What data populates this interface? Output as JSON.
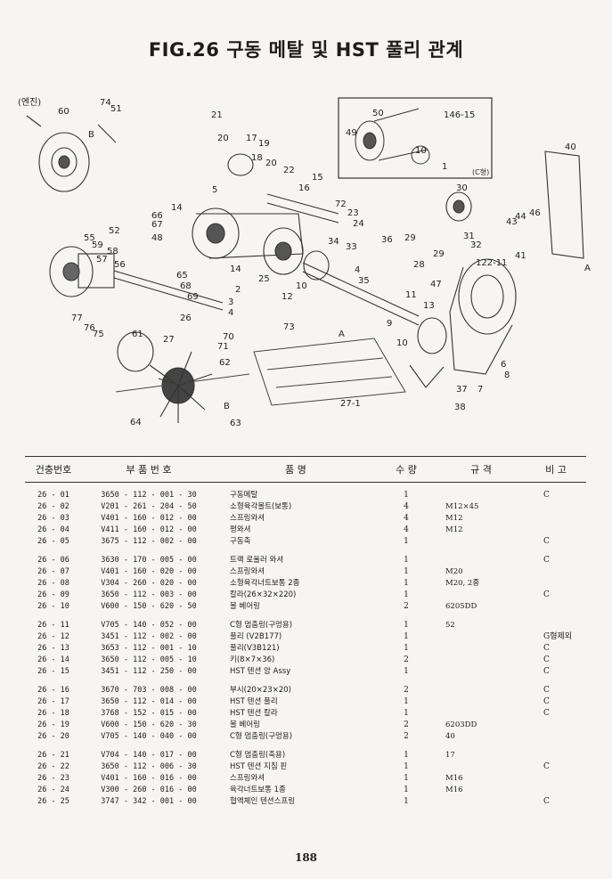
{
  "title": "FIG.26 구동 메탈 및 HST 풀리 관계",
  "diagram": {
    "labels": [
      "(엔진)",
      "60",
      "74",
      "51",
      "B",
      "21",
      "20",
      "17",
      "19",
      "18",
      "20",
      "22",
      "15",
      "16",
      "5",
      "14",
      "72",
      "23",
      "24",
      "66",
      "67",
      "48",
      "52",
      "55",
      "59",
      "58",
      "57",
      "56",
      "65",
      "68",
      "69",
      "14",
      "25",
      "2",
      "3",
      "4",
      "26",
      "77",
      "76",
      "75",
      "61",
      "27",
      "70",
      "71",
      "62",
      "64",
      "B",
      "63",
      "12",
      "10",
      "9",
      "36",
      "33",
      "34",
      "4",
      "35",
      "11",
      "13",
      "73",
      "A",
      "10",
      "27-1",
      "50",
      "146-15",
      "49",
      "10",
      "1",
      "(C형)",
      "30",
      "29",
      "29",
      "28",
      "31",
      "32",
      "43",
      "44",
      "46",
      "40",
      "41",
      "A",
      "122-11",
      "47",
      "37",
      "38",
      "6",
      "8",
      "7"
    ]
  },
  "table": {
    "headers": [
      "건충번호",
      "부 품 번 호",
      "품 명",
      "수 량",
      "규 격",
      "비 고"
    ],
    "groups": [
      [
        [
          "26 - 01",
          "3650 - 112 - 001 - 30",
          "구동메탈",
          "1",
          "",
          "C"
        ],
        [
          "26 - 02",
          "V201 - 261 - 204 - 50",
          "소형육각볼트(보통)",
          "4",
          "M12×45",
          ""
        ],
        [
          "26 - 03",
          "V401 - 160 - 012 - 00",
          "스프링와셔",
          "4",
          "M12",
          ""
        ],
        [
          "26 - 04",
          "V411 - 160 - 012 - 00",
          "평와셔",
          "4",
          "M12",
          ""
        ],
        [
          "26 - 05",
          "3675 - 112 - 002 - 00",
          "구동축",
          "1",
          "",
          "C"
        ]
      ],
      [
        [
          "26 - 06",
          "3630 - 170 - 005 - 00",
          "트랙 로울러 와셔",
          "1",
          "",
          "C"
        ],
        [
          "26 - 07",
          "V401 - 160 - 020 - 00",
          "스프링와셔",
          "1",
          "M20",
          ""
        ],
        [
          "26 - 08",
          "V304 - 260 - 020 - 00",
          "소형육각너트보통 2종",
          "1",
          "M20, 2종",
          ""
        ],
        [
          "26 - 09",
          "3650 - 112 - 003 - 00",
          "칼라(26×32×220)",
          "1",
          "",
          "C"
        ],
        [
          "26 - 10",
          "V600 - 150 - 620 - 50",
          "볼 베어링",
          "2",
          "6205DD",
          ""
        ]
      ],
      [
        [
          "26 - 11",
          "V705 - 140 - 052 - 00",
          "C형 멈춤링(구멍용)",
          "1",
          "52",
          ""
        ],
        [
          "26 - 12",
          "3451 - 112 - 002 - 00",
          "풀리 (V2B177)",
          "1",
          "",
          "G형제외"
        ],
        [
          "26 - 13",
          "3653 - 112 - 001 - 10",
          "풀리(V3B121)",
          "1",
          "",
          "C"
        ],
        [
          "26 - 14",
          "3650 - 112 - 005 - 10",
          "키(8×7×36)",
          "2",
          "",
          "C"
        ],
        [
          "26 - 15",
          "3451 - 112 - 250 - 00",
          "HST 텐션 암 Assy",
          "1",
          "",
          "C"
        ]
      ],
      [
        [
          "26 - 16",
          "3670 - 703 - 008 - 00",
          "부시(20×23×20)",
          "2",
          "",
          "C"
        ],
        [
          "26 - 17",
          "3650 - 112 - 014 - 00",
          "HST 텐션 풀리",
          "1",
          "",
          "C"
        ],
        [
          "26 - 18",
          "3768 - 152 - 015 - 00",
          "HST 텐션 칼라",
          "1",
          "",
          "C"
        ],
        [
          "26 - 19",
          "V600 - 150 - 620 - 30",
          "볼 베어링",
          "2",
          "6203DD",
          ""
        ],
        [
          "26 - 20",
          "V705 - 140 - 040 - 00",
          "C형 멈춤링(구멍용)",
          "2",
          "40",
          ""
        ]
      ],
      [
        [
          "26 - 21",
          "V704 - 140 - 017 - 00",
          "C형 멈춤링(축용)",
          "1",
          "17",
          ""
        ],
        [
          "26 - 22",
          "3650 - 112 - 006 - 30",
          "HST 텐션 지침 핀",
          "1",
          "",
          "C"
        ],
        [
          "26 - 23",
          "V401 - 160 - 016 - 00",
          "스프링와셔",
          "1",
          "M16",
          ""
        ],
        [
          "26 - 24",
          "V300 - 260 - 016 - 00",
          "육각너트보통 1종",
          "1",
          "M16",
          ""
        ],
        [
          "26 - 25",
          "3747 - 342 - 001 - 00",
          "협액체인 텐션스프링",
          "1",
          "",
          "C"
        ]
      ]
    ]
  },
  "page_number": "188"
}
